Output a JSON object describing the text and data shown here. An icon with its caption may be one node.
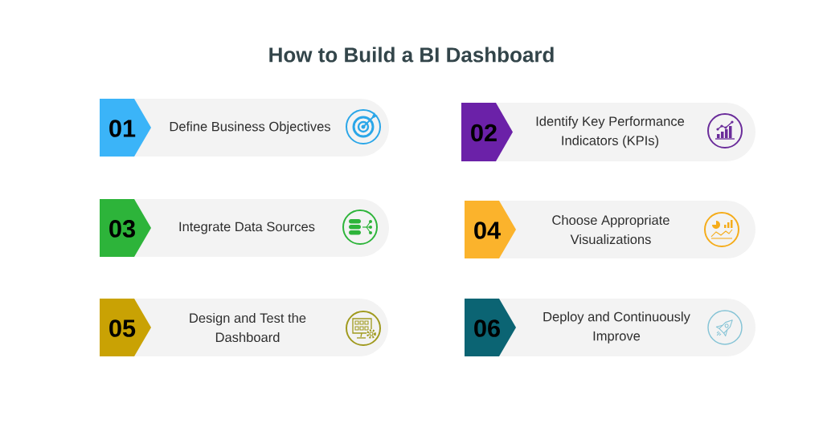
{
  "diagram": {
    "title": "How to Build a BI Dashboard",
    "nodes": [
      {
        "text": [
          "Define Business Objectives"
        ]
      },
      {
        "text": [
          "01"
        ],
        "in": 0
      },
      {
        "text": [
          "Identify Key Performance Indicators (KPIs)"
        ]
      },
      {
        "text": [
          "02"
        ],
        "in": 2
      },
      {
        "text": [
          "Integrate Data Sources"
        ]
      },
      {
        "text": [
          "03"
        ],
        "in": 4
      },
      {
        "text": [
          "Choose Appropriate Visualizations"
        ]
      },
      {
        "text": [
          "04"
        ],
        "in": 6
      },
      {
        "text": [
          "Design and Test the Dashboard"
        ]
      },
      {
        "text": [
          "05"
        ],
        "in": 8
      },
      {
        "text": [
          "Deploy and Continuously Improve"
        ]
      },
      {
        "text": [
          "06"
        ],
        "in": 10
      }
    ]
  }
}
